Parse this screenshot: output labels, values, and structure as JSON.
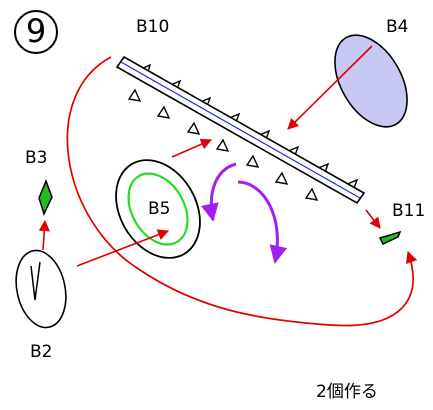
{
  "step_number": "9",
  "labels": {
    "b10": "B10",
    "b4": "B4",
    "b3": "B3",
    "b5": "B5",
    "b11": "B11",
    "b2": "B2"
  },
  "note": "2個作る",
  "colors": {
    "arrow": "#e00000",
    "rotation": "#a020f0",
    "b4_fill": "#c8c8f4",
    "b5_ring": "#22dd22",
    "b3_fill": "#22bb22",
    "b10_stripe": "#2030d0",
    "outline": "#000000"
  },
  "icons": {
    "rotate": "rotation-arrow-icon"
  }
}
